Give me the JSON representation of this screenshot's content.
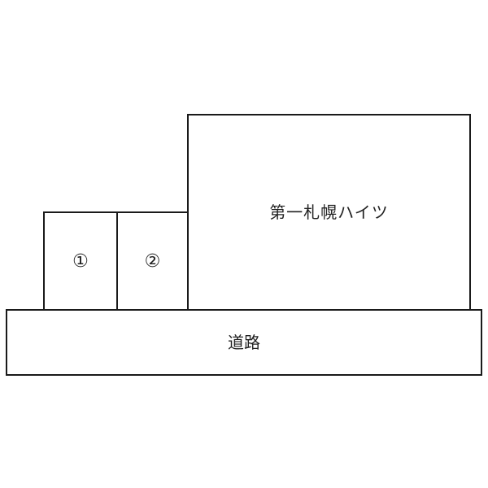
{
  "diagram": {
    "building_label": "第一札幌ハイツ",
    "parking_1_label": "①",
    "parking_2_label": "②",
    "road_label": "道路"
  }
}
